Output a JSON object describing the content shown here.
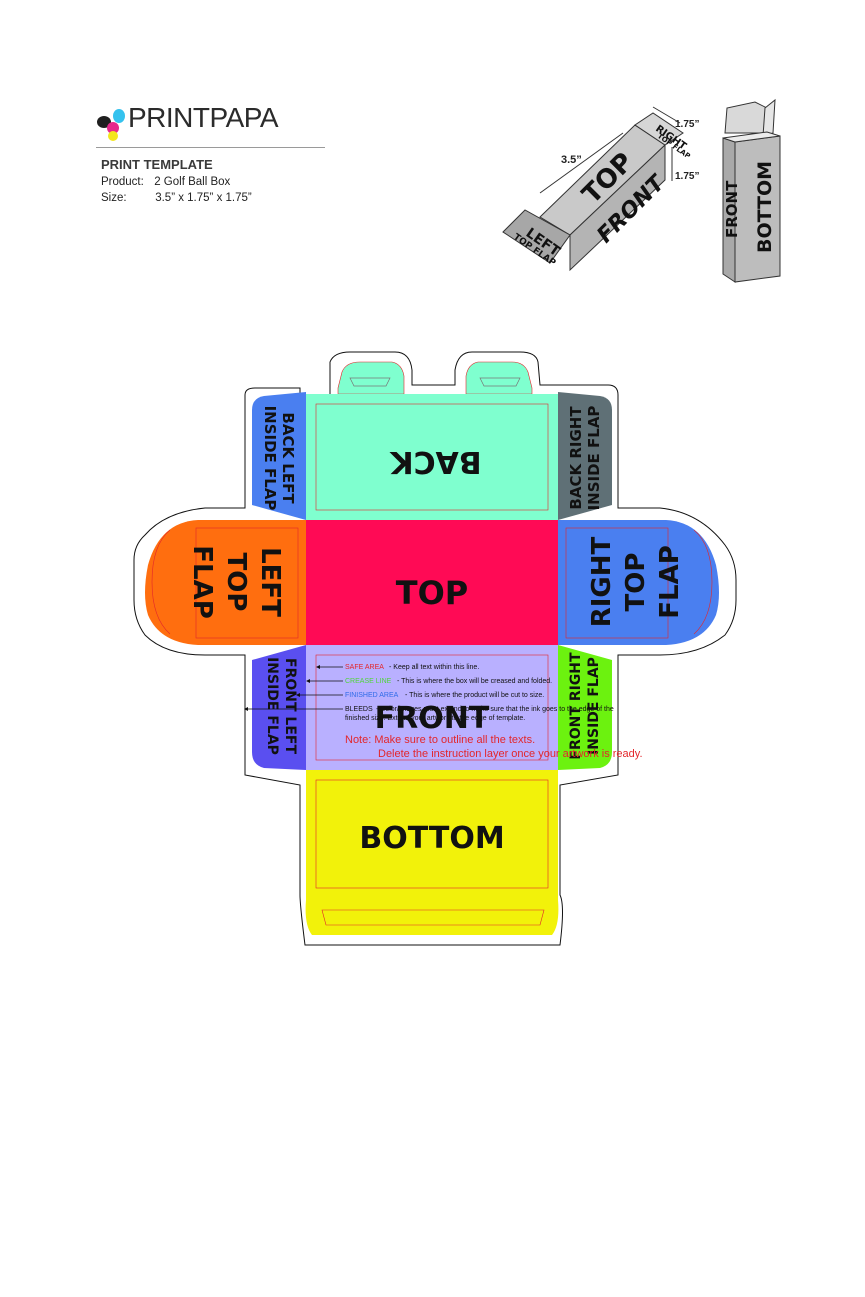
{
  "brand": {
    "name": "PRINTPAPA",
    "dot_colors": [
      "#1f1f1f",
      "#e7288c",
      "#35c2ee",
      "#f4e61d"
    ]
  },
  "template": {
    "title": "PRINT TEMPLATE",
    "product_label": "Product:",
    "product_value": "2 Golf Ball Box",
    "size_label": "Size:",
    "size_value": "3.5” x 1.75” x 1.75”"
  },
  "preview": {
    "dim_length": "3.5”",
    "dim_width": "1.75”",
    "dim_height": "1.75”",
    "labels": {
      "top": "TOP",
      "front": "FRONT",
      "left": "LEFT",
      "left_sub": "TOP FLAP",
      "right": "RIGHT",
      "right_sub": "TOP FLAP",
      "front2": "FRONT",
      "bottom": "BOTTOM"
    }
  },
  "panels": {
    "back": {
      "label": "BACK",
      "color": "#7fffcf"
    },
    "back_left": {
      "label1": "BACK LEFT",
      "label2": "INSIDE FLAP",
      "color": "#4a7ff0"
    },
    "back_right": {
      "label1": "BACK RIGHT",
      "label2": "INSIDE FLAP",
      "color": "#5f7076"
    },
    "top": {
      "label": "TOP",
      "color": "#ff0a55"
    },
    "left_top_flap": {
      "label1": "LEFT",
      "label2": "TOP",
      "label3": "FLAP",
      "color": "#ff6e0f"
    },
    "right_top_flap": {
      "label1": "RIGHT",
      "label2": "TOP",
      "label3": "FLAP",
      "color": "#4a7ff0"
    },
    "front": {
      "label": "FRONT",
      "color": "#b9b0ff"
    },
    "front_left": {
      "label1": "FRONT LEFT",
      "label2": "INSIDE FLAP",
      "color": "#5a4ff0"
    },
    "front_right": {
      "label1": "FRONT RIGHT",
      "label2": "INSIDE FLAP",
      "color": "#6cf20f"
    },
    "bottom": {
      "label": "BOTTOM",
      "color": "#f2f20a"
    },
    "tuck_tab_color": "#7fffcf"
  },
  "instructions": {
    "safe_title": "SAFE AREA",
    "safe_text": " - Keep all text within this line.",
    "safe_color": "#e3262b",
    "crease_title": "CREASE LINE",
    "crease_text": " - This is where the box will be creased and folded.",
    "crease_color": "#50d43a",
    "finished_title": "FINISHED AREA",
    "finished_text": " - This is where the product will be cut to size.",
    "finished_color": "#2f6be8",
    "bleeds_title": "BLEEDS",
    "bleeds_text1": " - Color/images must extend to make sure that the ink goes to the edge of the",
    "bleeds_text2": "finished size. Extend your artwork to the edge of template.",
    "note1": "Note: Make sure to outline all the texts.",
    "note2": "Delete the instruction layer once your artwork is ready.",
    "note_color": "#e3262b"
  }
}
